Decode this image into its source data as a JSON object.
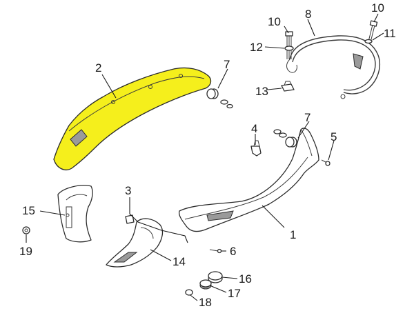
{
  "highlight_color": "#f5ef1c",
  "diagram": {
    "callouts": {
      "c1": "1",
      "c2": "2",
      "c3": "3",
      "c4": "4",
      "c5": "5",
      "c6": "6",
      "c7a": "7",
      "c7b": "7",
      "c8": "8",
      "c10a": "10",
      "c10b": "10",
      "c11": "11",
      "c12": "12",
      "c13": "13",
      "c14": "14",
      "c15": "15",
      "c16": "16",
      "c17": "17",
      "c18": "18",
      "c19": "19"
    }
  }
}
